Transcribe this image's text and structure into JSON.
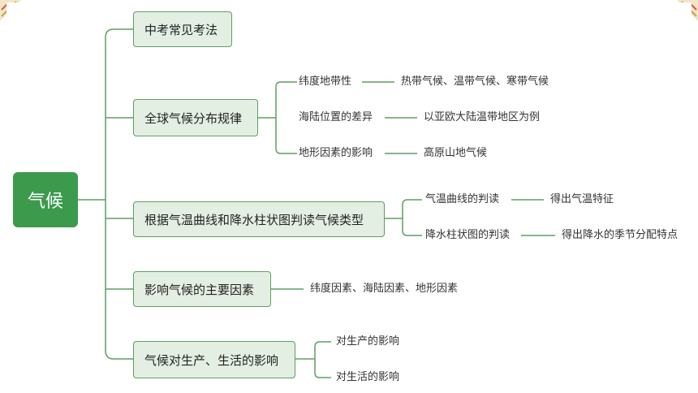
{
  "root": {
    "label": "气候"
  },
  "branches": [
    {
      "label": "中考常见考法",
      "children": []
    },
    {
      "label": "全球气候分布规律",
      "children": [
        {
          "label": "纬度地带性",
          "detail": "热带气候、温带气候、寒带气候"
        },
        {
          "label": "海陆位置的差异",
          "detail": "以亚欧大陆温带地区为例"
        },
        {
          "label": "地形因素的影响",
          "detail": "高原山地气候"
        }
      ]
    },
    {
      "label": "根据气温曲线和降水柱状图判读气候类型",
      "children": [
        {
          "label": "气温曲线的判读",
          "detail": "得出气温特征"
        },
        {
          "label": "降水柱状图的判读",
          "detail": "得出降水的季节分配特点"
        }
      ]
    },
    {
      "label": "影响气候的主要因素",
      "children": [
        {
          "label": "纬度因素、海陆因素、地形因素"
        }
      ]
    },
    {
      "label": "气候对生产、生活的影响",
      "children": [
        {
          "label": "对生产的影响"
        },
        {
          "label": "对生活的影响"
        }
      ]
    }
  ],
  "colors": {
    "root_fill": "#3c9a4d",
    "node_fill": "#e3efe3",
    "node_border": "#5f9d63",
    "connector": "#5f9d63",
    "corner_accent": "#c9a24a"
  }
}
